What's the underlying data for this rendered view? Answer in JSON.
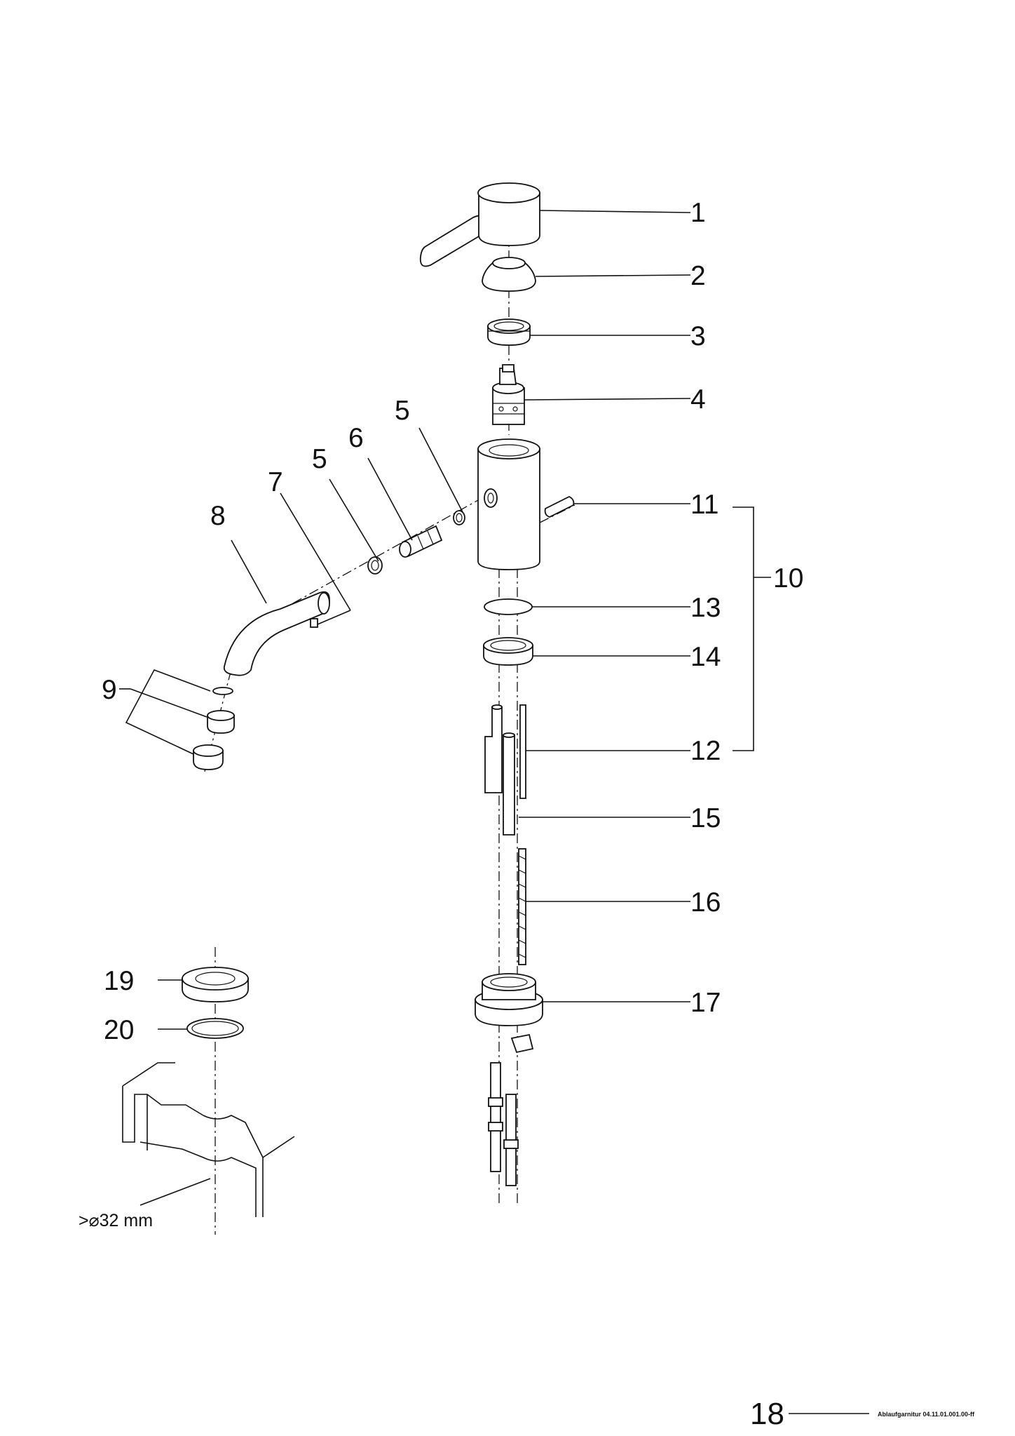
{
  "callouts": [
    {
      "id": "c1",
      "label": "1"
    },
    {
      "id": "c2",
      "label": "2"
    },
    {
      "id": "c3",
      "label": "3"
    },
    {
      "id": "c4",
      "label": "4"
    },
    {
      "id": "c5a",
      "label": "5"
    },
    {
      "id": "c5b",
      "label": "5"
    },
    {
      "id": "c6",
      "label": "6"
    },
    {
      "id": "c7",
      "label": "7"
    },
    {
      "id": "c8",
      "label": "8"
    },
    {
      "id": "c9",
      "label": "9"
    },
    {
      "id": "c10",
      "label": "10"
    },
    {
      "id": "c11",
      "label": "11"
    },
    {
      "id": "c12",
      "label": "12"
    },
    {
      "id": "c13",
      "label": "13"
    },
    {
      "id": "c14",
      "label": "14"
    },
    {
      "id": "c15",
      "label": "15"
    },
    {
      "id": "c16",
      "label": "16"
    },
    {
      "id": "c17",
      "label": "17"
    },
    {
      "id": "c19",
      "label": "19"
    },
    {
      "id": "c20",
      "label": "20"
    }
  ],
  "hole_note": ">⌀32 mm",
  "footer": {
    "page_number": "18",
    "reference": "Ablaufgarnitur 04.11.01.001.00-ff"
  }
}
